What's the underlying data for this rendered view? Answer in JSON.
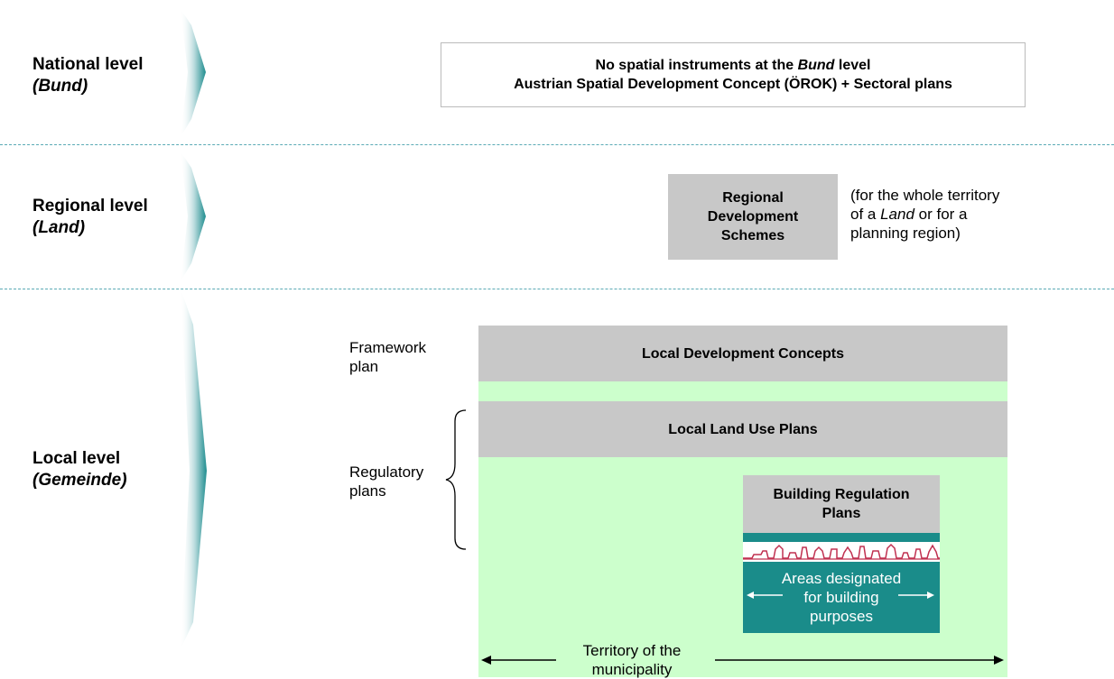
{
  "levels": {
    "national": {
      "label": "National level",
      "sub": "(Bund)"
    },
    "regional": {
      "label": "Regional level",
      "sub": "(Land)"
    },
    "local": {
      "label": "Local level",
      "sub": "(Gemeinde)"
    }
  },
  "national_box": {
    "line1_pre": "No spatial instruments at the ",
    "line1_em": "Bund",
    "line1_post": " level",
    "line2": "Austrian Spatial Development Concept (ÖROK) + Sectoral plans"
  },
  "regional_box": {
    "lines": [
      "Regional",
      "Development",
      "Schemes"
    ],
    "note_line1": "(for the whole territory",
    "note_line2_pre": "of a ",
    "note_line2_em": "Land",
    "note_line2_post": " or for a",
    "note_line3": "planning region)"
  },
  "local": {
    "framework_label": [
      "Framework",
      "plan"
    ],
    "regulatory_label": [
      "Regulatory",
      "plans"
    ],
    "ldc": "Local Development Concepts",
    "llup": "Local Land Use Plans",
    "brp": [
      "Building Regulation",
      "Plans"
    ],
    "areas": [
      "Areas designated",
      "for building",
      "purposes"
    ],
    "territory": [
      "Territory of the",
      "municipality"
    ]
  },
  "colors": {
    "teal": "#1a8c8a",
    "grey_box": "#c8c8c8",
    "light_green": "#ccffcc",
    "separator": "#5aaab5",
    "skyline": "#c03050"
  }
}
